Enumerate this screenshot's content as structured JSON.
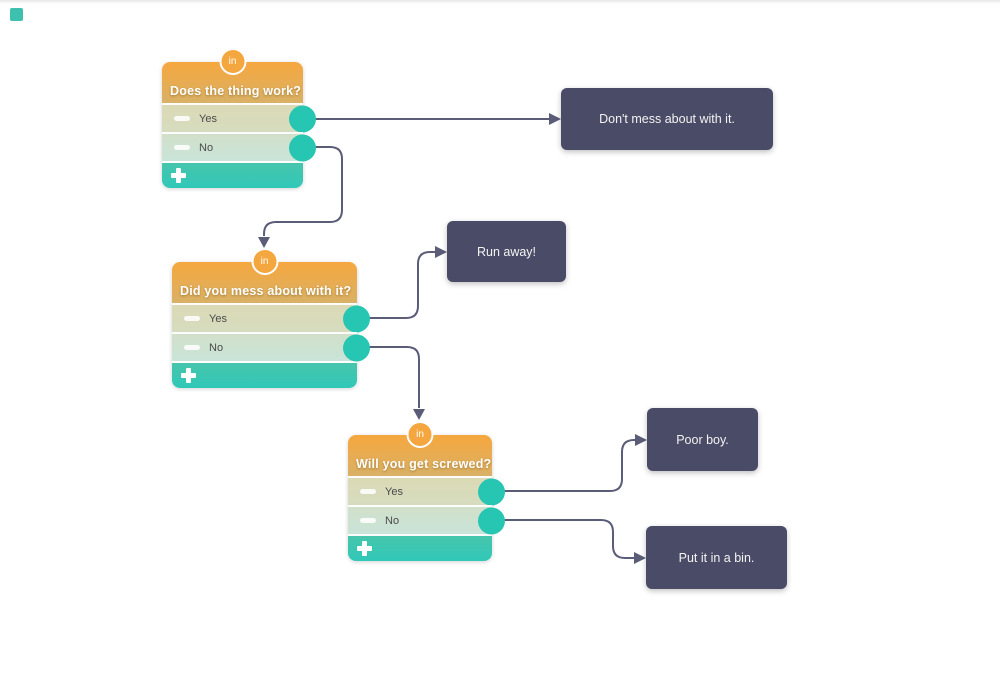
{
  "canvas": {
    "background": "#ffffff",
    "palette_swatch_color": "#3dc0ad"
  },
  "colors": {
    "header_orange": "#f6a73e",
    "row_yes_olive": "#d8dbba",
    "row_no_mint": "#cde3d4",
    "footer_teal": "#3bc7b2",
    "endpoint_teal": "#26c6b2",
    "action_node_bg": "#4a4b66",
    "connector": "#5a5c78"
  },
  "question_nodes": [
    {
      "title": "Does the thing work?",
      "badge": "in",
      "options": [
        {
          "label": "Yes"
        },
        {
          "label": "No"
        }
      ]
    },
    {
      "title": "Did you mess about with it?",
      "badge": "in",
      "options": [
        {
          "label": "Yes"
        },
        {
          "label": "No"
        }
      ]
    },
    {
      "title": "Will you get screwed?",
      "badge": "in",
      "options": [
        {
          "label": "Yes"
        },
        {
          "label": "No"
        }
      ]
    }
  ],
  "action_nodes": [
    {
      "label": "Don't mess about with it."
    },
    {
      "label": "Run away!"
    },
    {
      "label": "Poor boy."
    },
    {
      "label": "Put it in a bin."
    }
  ],
  "connections": [
    {
      "from": "Does the thing work?",
      "option": "Yes",
      "to": "Don't mess about with it."
    },
    {
      "from": "Does the thing work?",
      "option": "No",
      "to": "Did you mess about with it?"
    },
    {
      "from": "Did you mess about with it?",
      "option": "Yes",
      "to": "Run away!"
    },
    {
      "from": "Did you mess about with it?",
      "option": "No",
      "to": "Will you get screwed?"
    },
    {
      "from": "Will you get screwed?",
      "option": "Yes",
      "to": "Poor boy."
    },
    {
      "from": "Will you get screwed?",
      "option": "No",
      "to": "Put it in a bin."
    }
  ]
}
